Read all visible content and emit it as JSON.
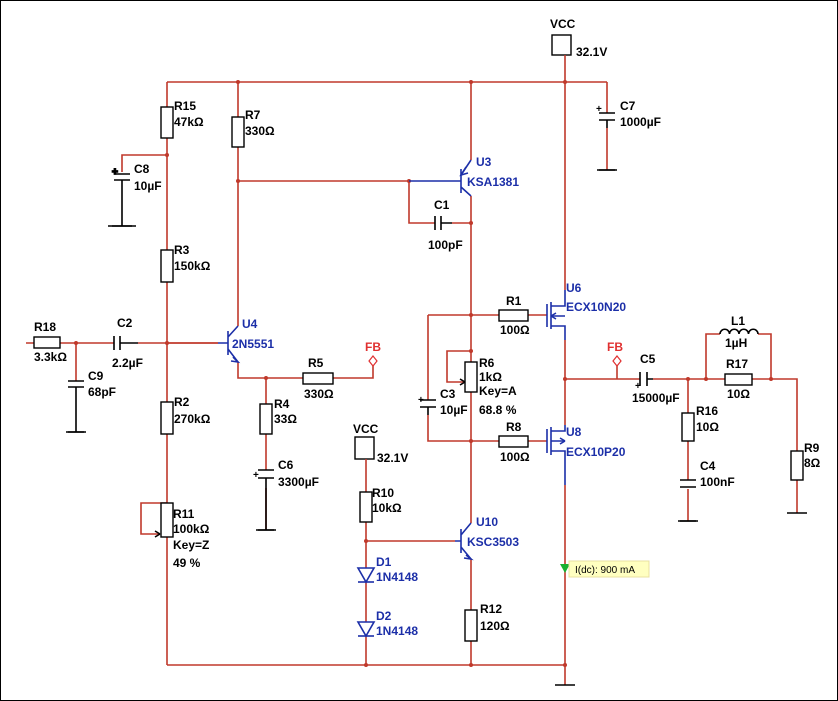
{
  "power": {
    "vcc_top_label": "VCC",
    "vcc_top_voltage": "32.1V",
    "vcc_mid_label": "VCC",
    "vcc_mid_voltage": "32.1V"
  },
  "components": {
    "R15": {
      "ref": "R15",
      "value": "47kΩ"
    },
    "R7": {
      "ref": "R7",
      "value": "330Ω"
    },
    "C8": {
      "ref": "C8",
      "value": "10µF"
    },
    "R3": {
      "ref": "R3",
      "value": "150kΩ"
    },
    "R18": {
      "ref": "R18",
      "value": "3.3kΩ"
    },
    "C2": {
      "ref": "C2",
      "value": "2.2µF"
    },
    "C9": {
      "ref": "C9",
      "value": "68pF"
    },
    "U4": {
      "ref": "U4",
      "value": "2N5551"
    },
    "R5": {
      "ref": "R5",
      "value": "330Ω"
    },
    "R2": {
      "ref": "R2",
      "value": "270kΩ"
    },
    "R4": {
      "ref": "R4",
      "value": "33Ω"
    },
    "C6": {
      "ref": "C6",
      "value": "3300µF"
    },
    "R11": {
      "ref": "R11",
      "value": "100kΩ",
      "key": "Key=Z",
      "percent": "49 %"
    },
    "U3": {
      "ref": "U3",
      "value": "KSA1381"
    },
    "C1": {
      "ref": "C1",
      "value": "100pF"
    },
    "C7": {
      "ref": "C7",
      "value": "1000µF"
    },
    "U6": {
      "ref": "U6",
      "value": "ECX10N20"
    },
    "R1": {
      "ref": "R1",
      "value": "100Ω"
    },
    "R6": {
      "ref": "R6",
      "value": "1kΩ",
      "key": "Key=A",
      "percent": "68.8 %"
    },
    "C3": {
      "ref": "C3",
      "value": "10µF"
    },
    "R8": {
      "ref": "R8",
      "value": "100Ω"
    },
    "U8": {
      "ref": "U8",
      "value": "ECX10P20"
    },
    "R10": {
      "ref": "R10",
      "value": "10kΩ"
    },
    "D1": {
      "ref": "D1",
      "value": "1N4148"
    },
    "D2": {
      "ref": "D2",
      "value": "1N4148"
    },
    "U10": {
      "ref": "U10",
      "value": "KSC3503"
    },
    "R12": {
      "ref": "R12",
      "value": "120Ω"
    },
    "L1": {
      "ref": "L1",
      "value": "1µH"
    },
    "R17": {
      "ref": "R17",
      "value": "10Ω"
    },
    "C5": {
      "ref": "C5",
      "value": "15000µF"
    },
    "R16": {
      "ref": "R16",
      "value": "10Ω"
    },
    "C4": {
      "ref": "C4",
      "value": "100nF"
    },
    "R9": {
      "ref": "R9",
      "value": "8Ω"
    }
  },
  "nets": {
    "fb_left": "FB",
    "fb_right": "FB"
  },
  "probe": {
    "label": "I(dc): 900 mA",
    "bg": "#ffffc0"
  },
  "colors": {
    "wire": "#c0392b",
    "component_label": "#1c2fa8",
    "net_label": "#e03030"
  }
}
